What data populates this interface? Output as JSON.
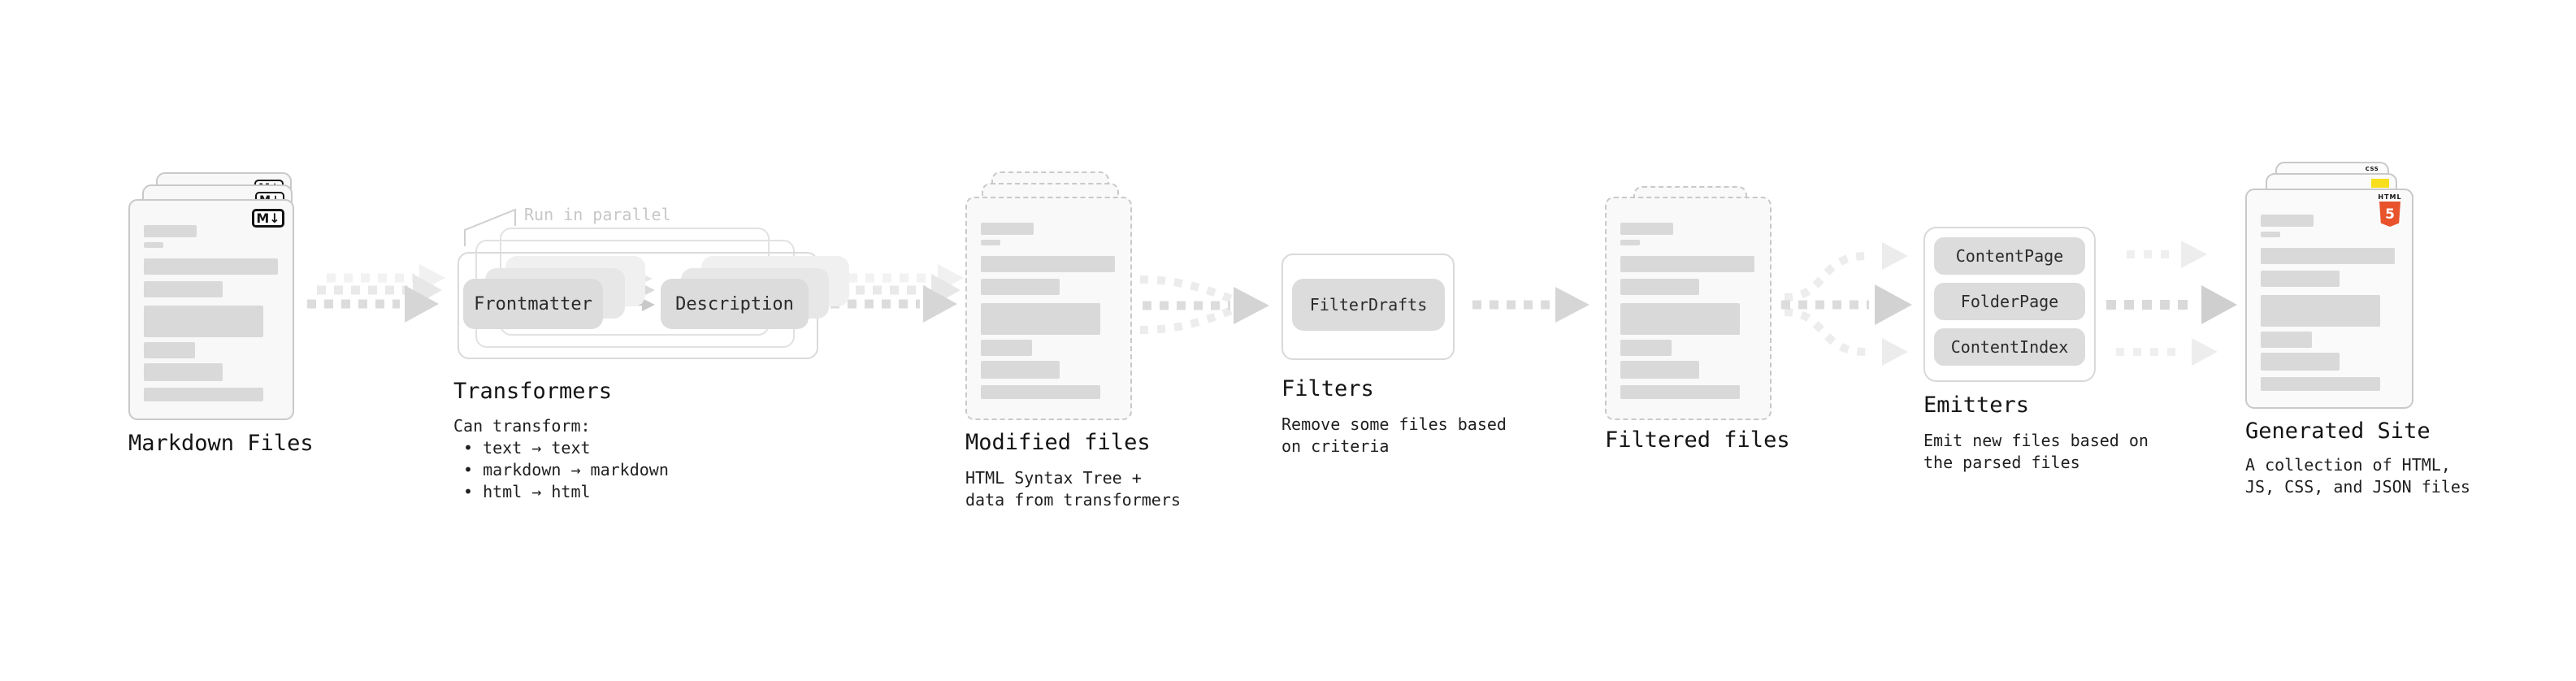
{
  "stages": {
    "markdown_files": {
      "label": "Markdown Files",
      "badge": "M↓"
    },
    "transformers": {
      "note": "Run in parallel",
      "pill_left": "Frontmatter",
      "pill_right": "Description",
      "label": "Transformers",
      "description_title": "Can transform:",
      "bullets": [
        "• text → text",
        "• markdown → markdown",
        "• html → html"
      ]
    },
    "modified_files": {
      "label": "Modified files",
      "description": "HTML Syntax Tree +\ndata from transformers"
    },
    "filters": {
      "label": "Filters",
      "pill": "FilterDrafts",
      "description": "Remove some files based\non criteria"
    },
    "filtered_files": {
      "label": "Filtered files"
    },
    "emitters": {
      "label": "Emitters",
      "pills": [
        "ContentPage",
        "FolderPage",
        "ContentIndex"
      ],
      "description": "Emit new files based on\nthe parsed files"
    },
    "generated_site": {
      "label": "Generated Site",
      "description": "A collection of HTML,\nJS, CSS, and JSON files",
      "badges": {
        "css": "CSS",
        "html_label": "HTML",
        "html_number": "5"
      }
    }
  },
  "colors": {
    "html5_orange": "#e8532c",
    "js_yellow": "#f7df1e",
    "css_blue": "#2f6bdf",
    "pill_gray": "#dcdcdc",
    "arrow_gray": "#d6d6d6",
    "page_fill": "#f8f8f8",
    "page_border": "#c9c9c9"
  }
}
